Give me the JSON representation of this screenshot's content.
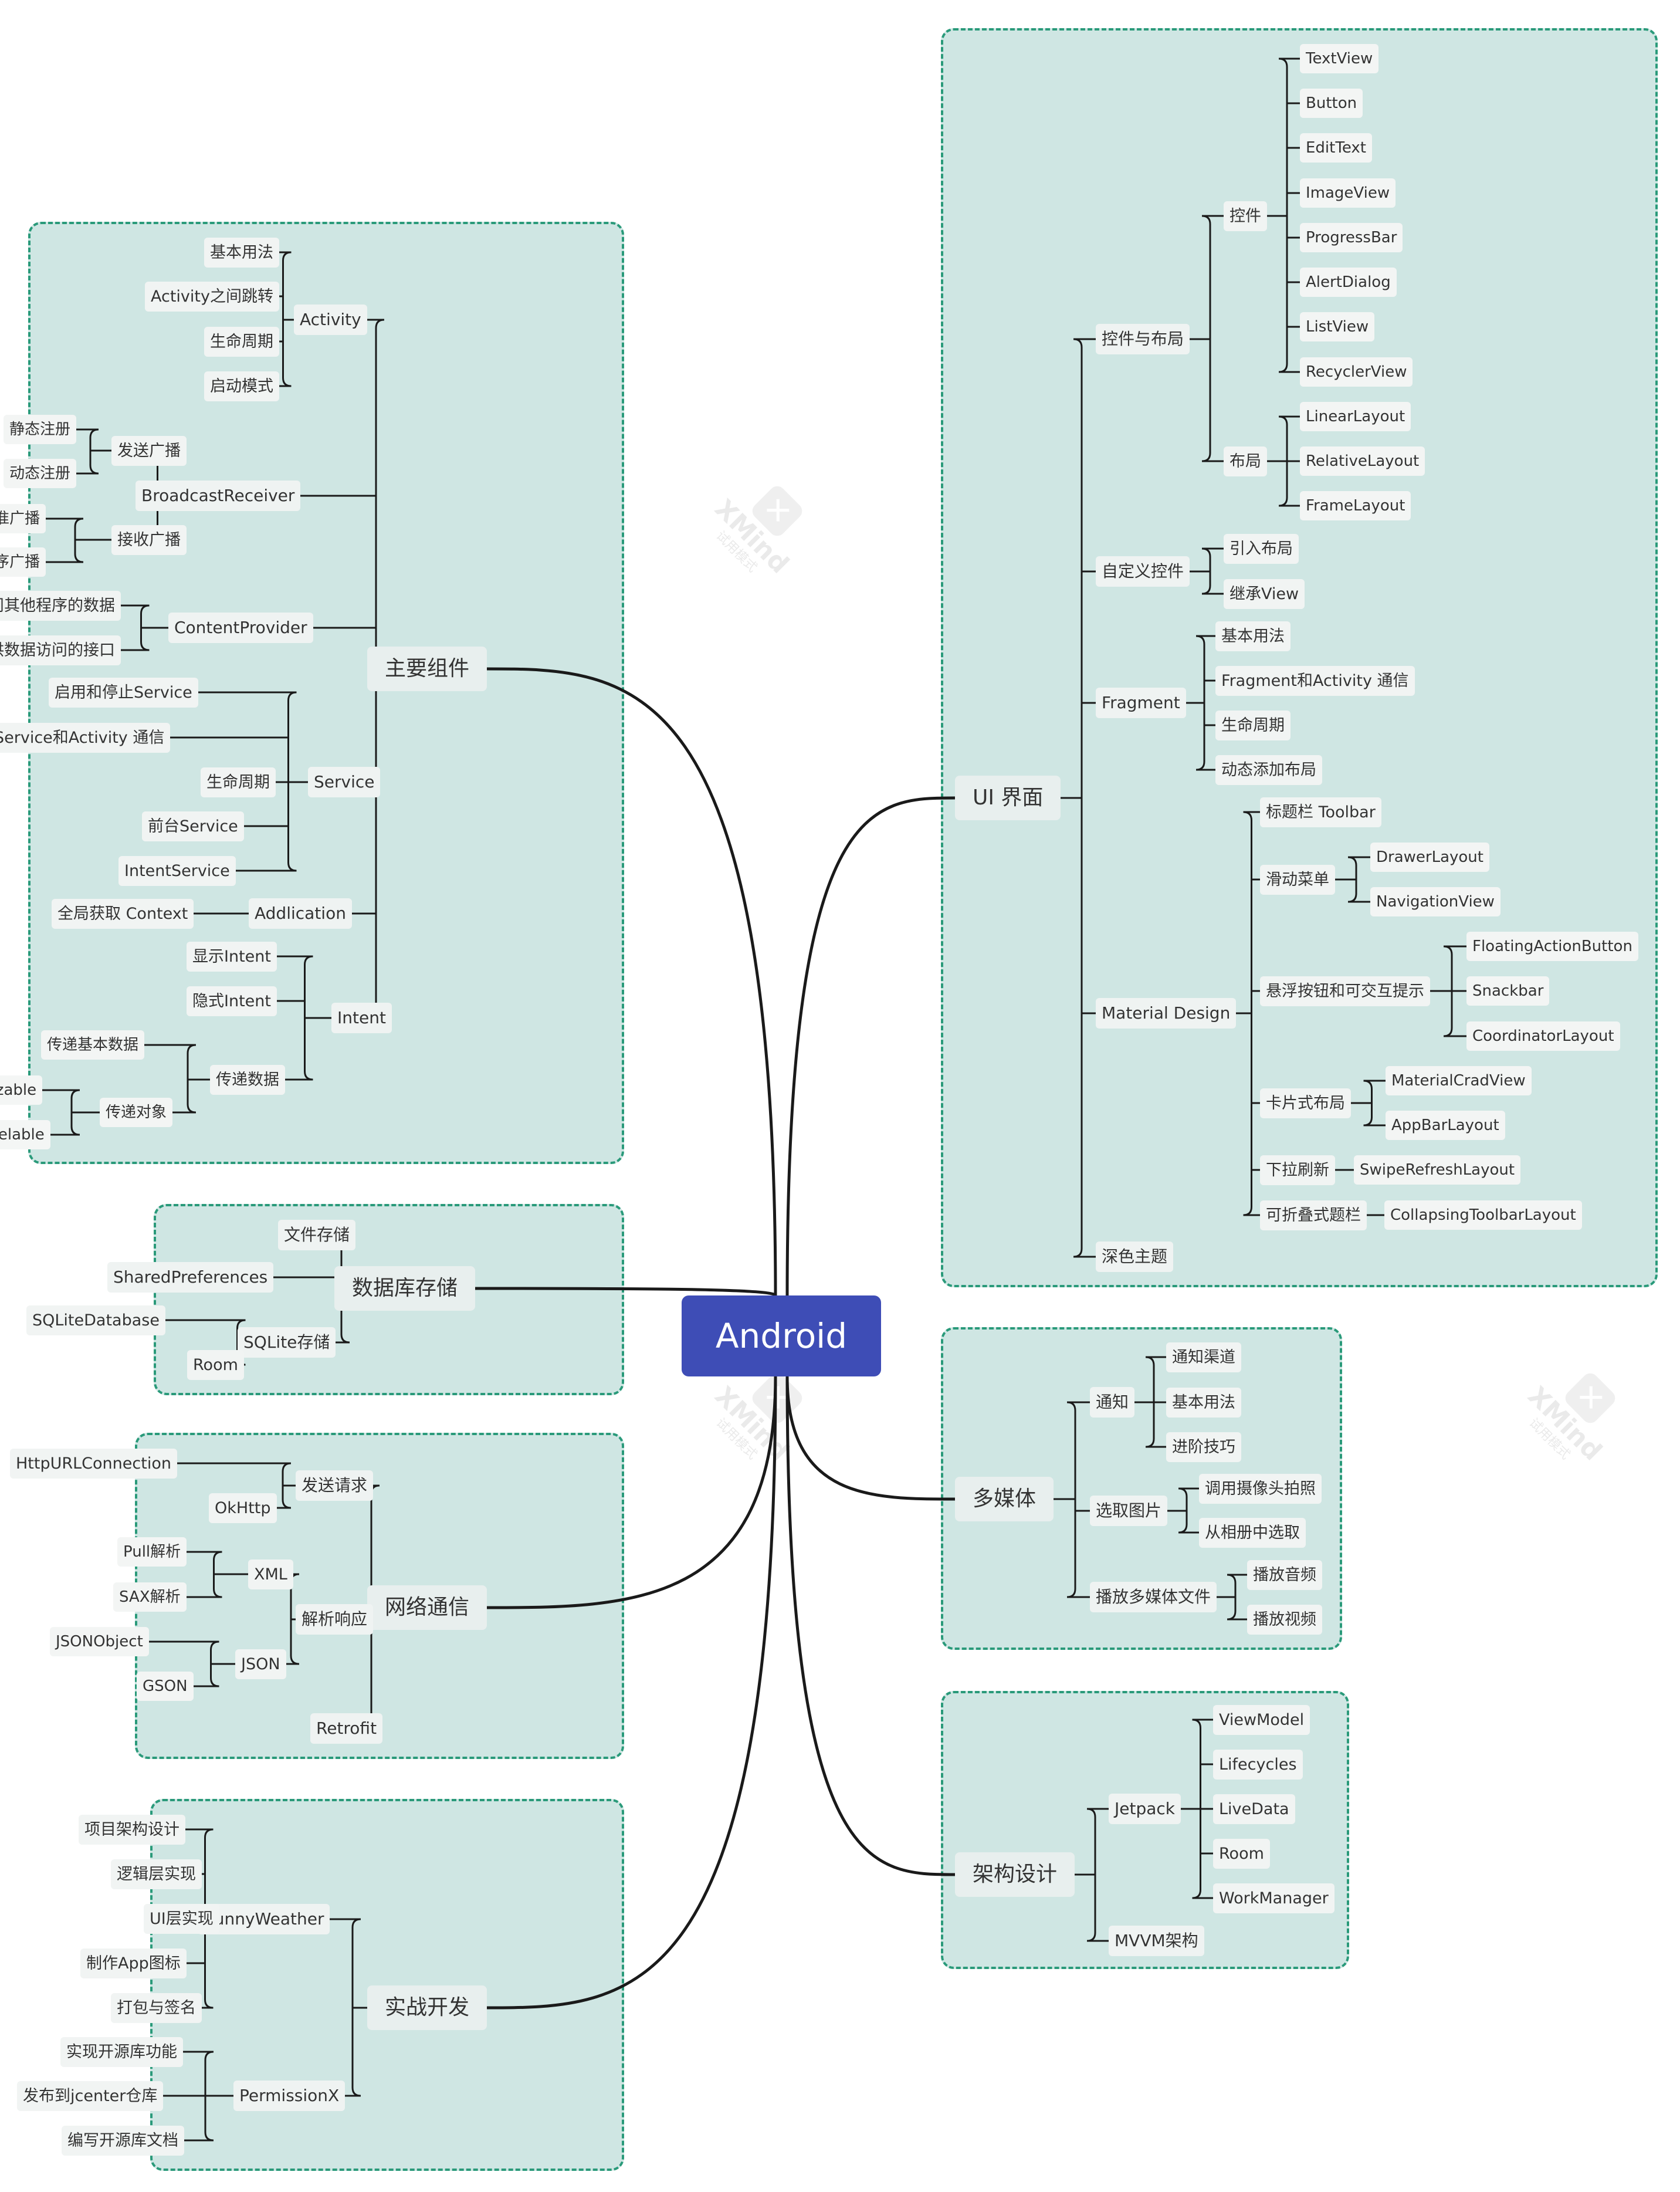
{
  "watermark": {
    "icon": "xmind-logo-icon",
    "brand": "XMind",
    "mode": "试用模式"
  },
  "root": "Android",
  "branches": [
    {
      "label": "主要组件",
      "children": [
        {
          "label": "Activity",
          "children": [
            {
              "label": "基本用法"
            },
            {
              "label": "Activity之间跳转"
            },
            {
              "label": "生命周期"
            },
            {
              "label": "启动模式"
            }
          ]
        },
        {
          "label": "BroadcastReceiver",
          "children": [
            {
              "label": "发送广播",
              "children": [
                {
                  "label": "静态注册"
                },
                {
                  "label": "动态注册"
                }
              ]
            },
            {
              "label": "接收广播",
              "children": [
                {
                  "label": "发送标准广播"
                },
                {
                  "label": "发送有序广播"
                }
              ]
            }
          ]
        },
        {
          "label": "ContentProvider",
          "children": [
            {
              "label": "访问其他程序的数据"
            },
            {
              "label": "提供数据访问的接口"
            }
          ]
        },
        {
          "label": "Service",
          "children": [
            {
              "label": "启用和停止Service"
            },
            {
              "label": "Service和Activity 通信"
            },
            {
              "label": "生命周期"
            },
            {
              "label": "前台Service"
            },
            {
              "label": "IntentService"
            }
          ]
        },
        {
          "label": "Addlication",
          "children": [
            {
              "label": "全局获取 Context"
            }
          ]
        },
        {
          "label": "Intent",
          "children": [
            {
              "label": "显示Intent"
            },
            {
              "label": "隐式Intent"
            },
            {
              "label": "传递数据",
              "children": [
                {
                  "label": "传递基本数据"
                },
                {
                  "label": "传递对象",
                  "children": [
                    {
                      "label": "Seriallzable"
                    },
                    {
                      "label": "Parcelable"
                    }
                  ]
                }
              ]
            }
          ]
        }
      ]
    },
    {
      "label": "数据库存储",
      "children": [
        {
          "label": "文件存储"
        },
        {
          "label": "SharedPreferences"
        },
        {
          "label": "SQLite存储",
          "children": [
            {
              "label": "SQLiteDatabase"
            },
            {
              "label": "Room"
            }
          ]
        }
      ]
    },
    {
      "label": "网络通信",
      "children": [
        {
          "label": "发送请求",
          "children": [
            {
              "label": "HttpURLConnection"
            },
            {
              "label": "OkHttp"
            }
          ]
        },
        {
          "label": "解析响应",
          "children": [
            {
              "label": "XML",
              "children": [
                {
                  "label": "Pull解析"
                },
                {
                  "label": "SAX解析"
                }
              ]
            },
            {
              "label": "JSON",
              "children": [
                {
                  "label": "JSONObject"
                },
                {
                  "label": "GSON"
                }
              ]
            }
          ]
        },
        {
          "label": "Retrofit"
        }
      ]
    },
    {
      "label": "实战开发",
      "children": [
        {
          "label": "SunnyWeather",
          "children": [
            {
              "label": "项目架构设计"
            },
            {
              "label": "逻辑层实现"
            },
            {
              "label": "UI层实现"
            },
            {
              "label": "制作App图标"
            },
            {
              "label": "打包与签名"
            }
          ]
        },
        {
          "label": "PermissionX",
          "children": [
            {
              "label": "实现开源库功能"
            },
            {
              "label": "发布到jcenter仓库"
            },
            {
              "label": "编写开源库文档"
            }
          ]
        }
      ]
    },
    {
      "label": "UI 界面",
      "children": [
        {
          "label": "控件与布局",
          "children": [
            {
              "label": "控件",
              "children": [
                {
                  "label": "TextView"
                },
                {
                  "label": "Button"
                },
                {
                  "label": "EditText"
                },
                {
                  "label": "ImageView"
                },
                {
                  "label": "ProgressBar"
                },
                {
                  "label": "AlertDialog"
                },
                {
                  "label": "ListView"
                },
                {
                  "label": "RecyclerView"
                }
              ]
            },
            {
              "label": "布局",
              "children": [
                {
                  "label": "LinearLayout"
                },
                {
                  "label": "RelativeLayout"
                },
                {
                  "label": "FrameLayout"
                }
              ]
            }
          ]
        },
        {
          "label": "自定义控件",
          "children": [
            {
              "label": "引入布局"
            },
            {
              "label": "继承View"
            }
          ]
        },
        {
          "label": "Fragment",
          "children": [
            {
              "label": "基本用法"
            },
            {
              "label": "Fragment和Activity 通信"
            },
            {
              "label": "生命周期"
            },
            {
              "label": "动态添加布局"
            }
          ]
        },
        {
          "label": "Material Design",
          "children": [
            {
              "label": "标题栏 Toolbar"
            },
            {
              "label": "滑动菜单",
              "children": [
                {
                  "label": "DrawerLayout"
                },
                {
                  "label": "NavigationView"
                }
              ]
            },
            {
              "label": "悬浮按钮和可交互提示",
              "children": [
                {
                  "label": "FloatingActionButton"
                },
                {
                  "label": "Snackbar"
                },
                {
                  "label": "CoordinatorLayout"
                }
              ]
            },
            {
              "label": "卡片式布局",
              "children": [
                {
                  "label": "MaterialCradView"
                },
                {
                  "label": "AppBarLayout"
                }
              ]
            },
            {
              "label": "下拉刷新",
              "children": [
                {
                  "label": "SwipeRefreshLayout"
                }
              ]
            },
            {
              "label": "可折叠式题栏",
              "children": [
                {
                  "label": "CollapsingToolbarLayout"
                }
              ]
            }
          ]
        },
        {
          "label": "深色主题"
        }
      ]
    },
    {
      "label": "多媒体",
      "children": [
        {
          "label": "通知",
          "children": [
            {
              "label": "通知渠道"
            },
            {
              "label": "基本用法"
            },
            {
              "label": "进阶技巧"
            }
          ]
        },
        {
          "label": "选取图片",
          "children": [
            {
              "label": "调用摄像头拍照"
            },
            {
              "label": "从相册中选取"
            }
          ]
        },
        {
          "label": "播放多媒体文件",
          "children": [
            {
              "label": "播放音频"
            },
            {
              "label": "播放视频"
            }
          ]
        }
      ]
    },
    {
      "label": "架构设计",
      "children": [
        {
          "label": "Jetpack",
          "children": [
            {
              "label": "ViewModel"
            },
            {
              "label": "Lifecycles"
            },
            {
              "label": "LiveData"
            },
            {
              "label": "Room"
            },
            {
              "label": "WorkManager"
            }
          ]
        },
        {
          "label": "MVVM架构"
        }
      ]
    }
  ]
}
